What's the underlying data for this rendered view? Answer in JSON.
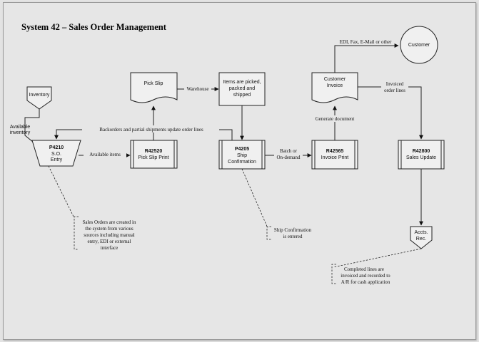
{
  "title": "System 42 – Sales Order Management",
  "nodes": {
    "inventory": "Inventory",
    "p4210": {
      "code": "P4210",
      "line1": "S.O.",
      "line2": "Entry"
    },
    "r42520": {
      "code": "R42520",
      "name": "Pick Slip Print"
    },
    "pick_slip": "Pick Slip",
    "p4205": {
      "code": "P4205",
      "line1": "Ship",
      "line2": "Confirmation"
    },
    "picked": {
      "line1": "Items are picked,",
      "line2": "packed and",
      "line3": "shipped"
    },
    "r42565": {
      "code": "R42565",
      "name": "Invoice Print"
    },
    "customer_invoice": {
      "line1": "Customer",
      "line2": "Invoice"
    },
    "customer": "Customer",
    "r42800": {
      "code": "R42800",
      "name": "Sales Update"
    },
    "accts_rec": {
      "line1": "Accts.",
      "line2": "Rec."
    }
  },
  "labels": {
    "available_inventory_1": "Available",
    "available_inventory_2": "inventory",
    "available_items": "Available items",
    "backorders": "Backorders and partial shipments update order lines",
    "warehouse": "Warehouse",
    "batch_1": "Batch or",
    "batch_2": "On-demand",
    "generate_document": "Generate document",
    "edi": "EDI, Fax, E-Mail or other",
    "invoiced_1": "Invoiced",
    "invoiced_2": "order lines"
  },
  "notes": {
    "sales_orders": [
      "Sales Orders are created in",
      "the system from various",
      "sources including manual",
      "entry, EDI or external",
      "interface"
    ],
    "ship_confirmation": [
      "Ship Confirmation",
      "is entered"
    ],
    "completed_lines": [
      "Completed lines are",
      "invoiced and recorded to",
      "A/R for cash application"
    ]
  }
}
